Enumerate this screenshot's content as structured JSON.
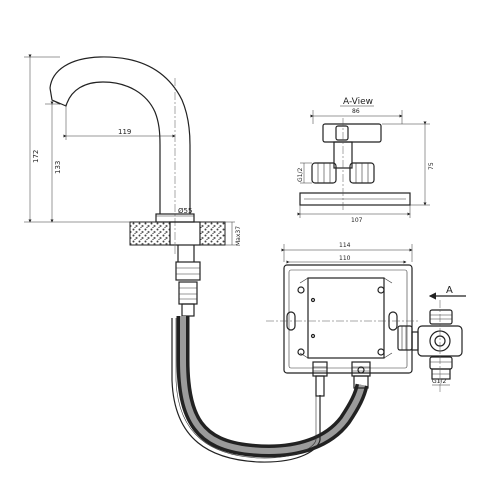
{
  "labels": {
    "view_title": "A-View",
    "arrow_label": "A"
  },
  "dimensions": {
    "faucet_height": "172",
    "spout_height": "133",
    "spout_reach": "119",
    "base_diameter": "Ø55",
    "deck_thickness": "Max37",
    "view_width_top": "86",
    "view_height": "75",
    "view_base_width": "107",
    "view_thread": "G1/2",
    "box_width_outer": "114",
    "box_width_inner": "110",
    "side_thread": "G1/2"
  },
  "colors": {
    "line": "#222222",
    "background": "#ffffff"
  }
}
